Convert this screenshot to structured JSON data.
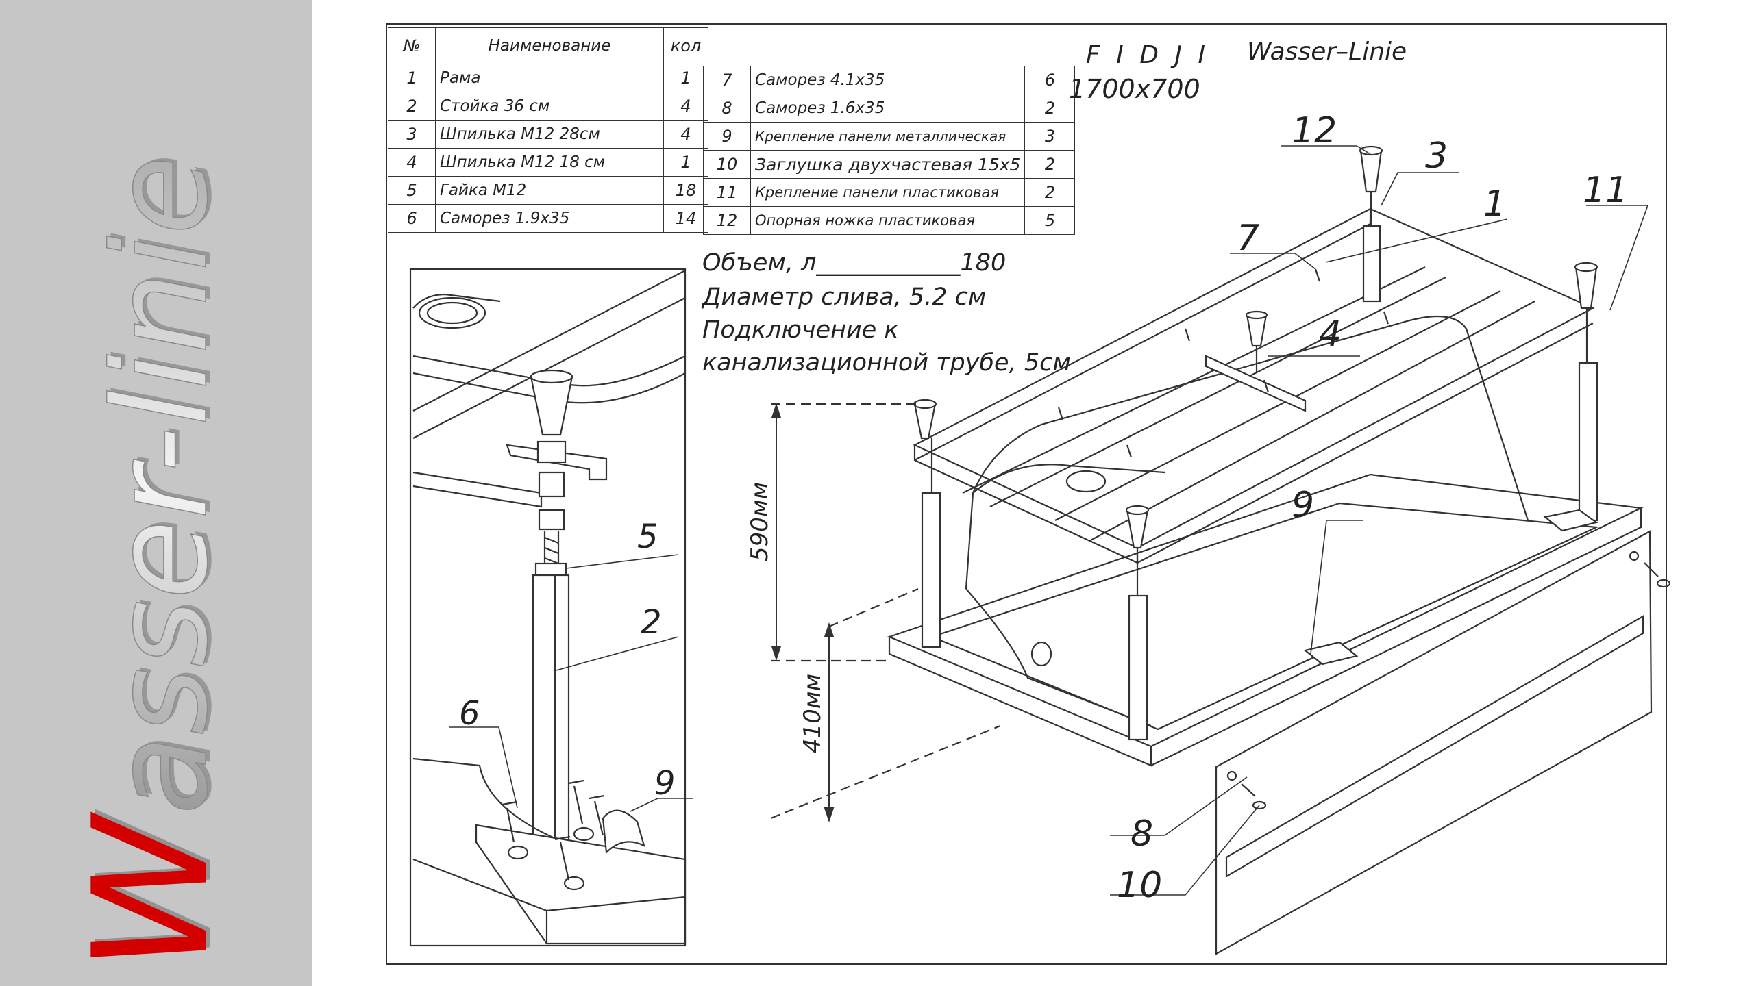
{
  "brand": {
    "logo_text": "Wasser-linie",
    "accent_color": "#d40000",
    "panel_color": "#c6c6c6"
  },
  "header": {
    "model_name": "F I D J I",
    "dimensions": "1700x700",
    "manufacturer": "Wasser–Linie"
  },
  "table": {
    "col_no": "№",
    "col_name": "Наименование",
    "col_qty": "кол",
    "left_rows": [
      {
        "no": "1",
        "name": "Рама",
        "qty": "1"
      },
      {
        "no": "2",
        "name": "Стойка  36 см",
        "qty": "4"
      },
      {
        "no": "3",
        "name": "Шпилька М12 28см",
        "qty": "4"
      },
      {
        "no": "4",
        "name": "Шпилька М12 18     см",
        "qty": "1"
      },
      {
        "no": "5",
        "name": "Гайка М12",
        "qty": "18"
      },
      {
        "no": "6",
        "name": "Саморез 1.9х35",
        "qty": "14"
      }
    ],
    "right_rows": [
      {
        "no": "7",
        "name": "Саморез 4.1х35",
        "qty": "6"
      },
      {
        "no": "8",
        "name": "Саморез 1.6х35",
        "qty": "2"
      },
      {
        "no": "9",
        "name": "Крепление панели металлическая",
        "qty": "3"
      },
      {
        "no": "10",
        "name": "Заглушка двухчастевая 15х5",
        "qty": "2"
      },
      {
        "no": "11",
        "name": "Крепление панели пластиковая",
        "qty": "2"
      },
      {
        "no": "12",
        "name": "Опорная ножка пластиковая",
        "qty": "5"
      }
    ]
  },
  "specs": {
    "volume": "Объем, л____________180",
    "drain": "Диаметр слива,  5.2 см",
    "connection_1": "Подключение к",
    "connection_2": "канализационной трубе, 5см"
  },
  "dims": {
    "height_upper": "590мм",
    "height_lower": "410мм"
  },
  "detail_labels": {
    "l5": "5",
    "l2": "2",
    "l6": "6",
    "l9": "9"
  },
  "main_labels": {
    "l12": "12",
    "l3": "3",
    "l1": "1",
    "l11": "11",
    "l7": "7",
    "l4": "4",
    "l9": "9",
    "l8": "8",
    "l10": "10"
  }
}
